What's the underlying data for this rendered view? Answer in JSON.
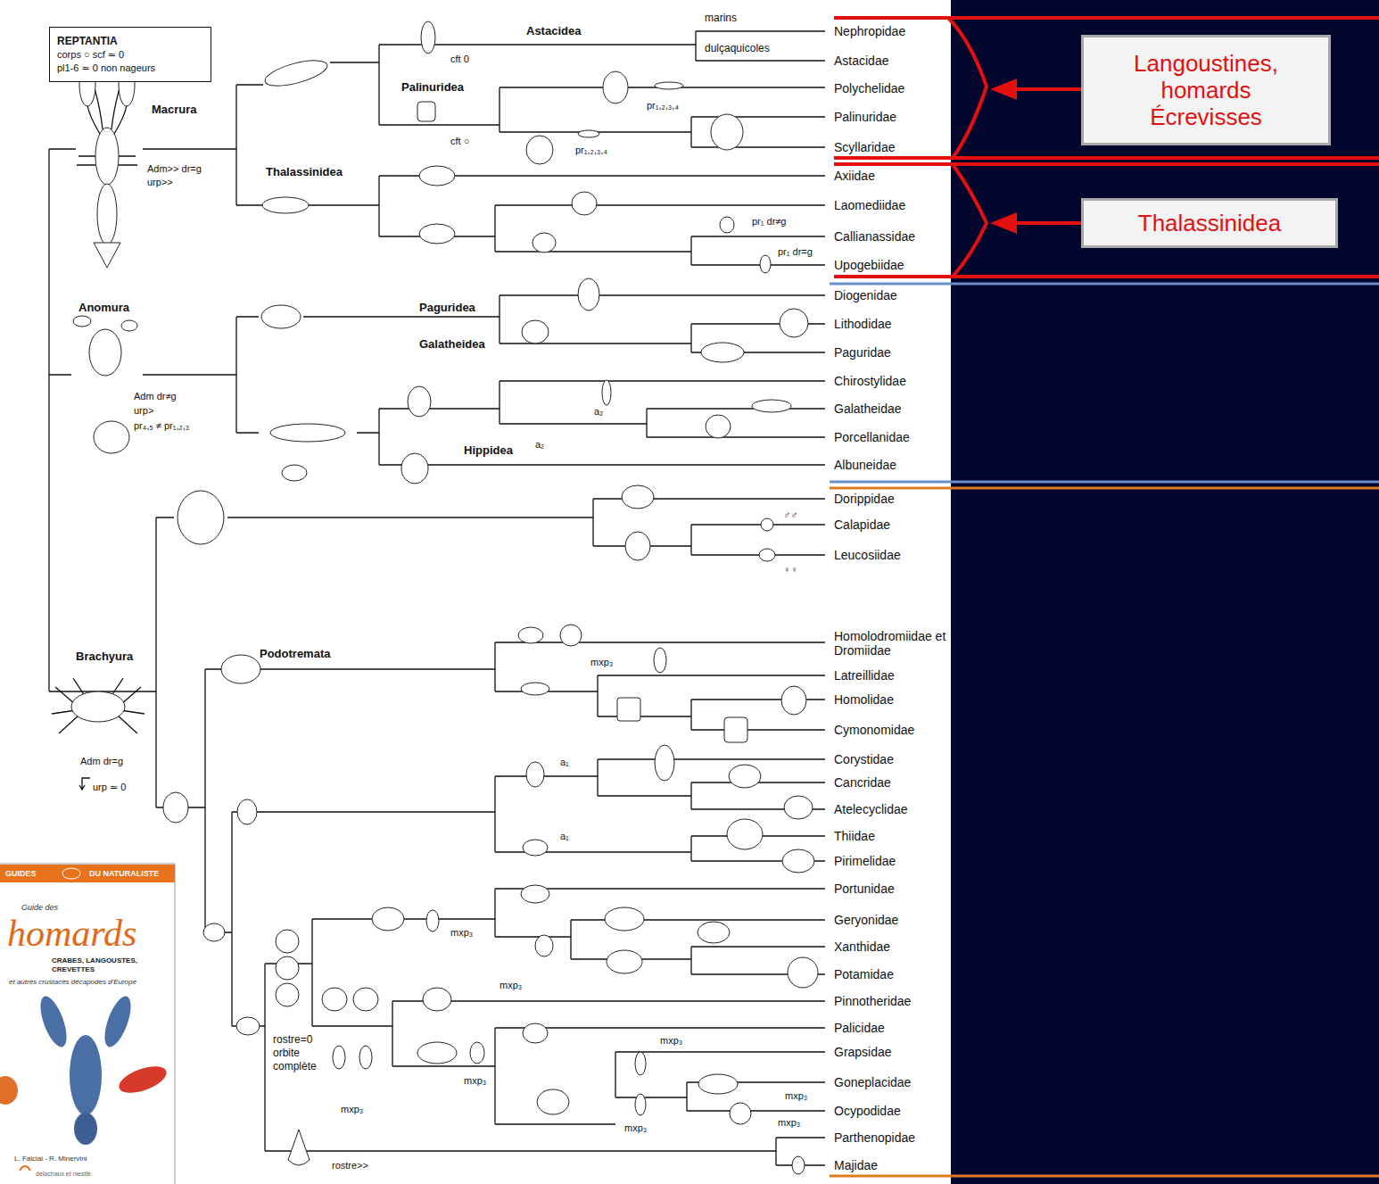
{
  "diagram": {
    "nodes": [
      {
        "text": [
          "REPTANTIA",
          "corps ○ scf ≃ 0",
          "pl1-6 ≃ 0 non nageurs"
        ]
      },
      {
        "text": [
          "Langoustines, homards Écrevisses"
        ]
      },
      {
        "text": [
          "Thalassinidea"
        ]
      }
    ],
    "labels": [
      "marins",
      "dulçaquicoles",
      "Astacidea",
      "cft 0",
      "Palinuridea",
      "cft ○",
      "pr₁,₂,₃,₄",
      "pr₁,₂,₃,₄",
      "Thalassinidea",
      "Macrura",
      "Adm>> dr=g",
      "urp>>",
      "pr₁ dr≠g",
      "pr₁ dr=g",
      "Anomura",
      "Adm dr≠g",
      "urp>",
      "pr₄,₅ ≠ pr₁,₂,₃",
      "Paguridea",
      "Galatheidea",
      "Hippidea",
      "a₂",
      "a₂",
      "♂♂",
      "♀♀",
      "Brachyura",
      "Adm dr=g",
      "urp ≃ 0",
      "Podotremata",
      "mxp₃",
      "a₁",
      "a₁",
      "mxp₃",
      "mxp₃",
      "mxp₃",
      "mxp₃",
      "mxp₃",
      "mxp₃",
      "mxp₃",
      "mxp₃",
      "rostre=0 orbite complète",
      "rostre>>",
      "Nephropidae",
      "Astacidae",
      "Polychelidae",
      "Palinuridae",
      "Scyllaridae",
      "Axiidae",
      "Laomediidae",
      "Callianassidae",
      "Upogebiidae",
      "Diogenidae",
      "Lithodidae",
      "Paguridae",
      "Chirostylidae",
      "Galatheidae",
      "Porcellanidae",
      "Albuneidae",
      "Dorippidae",
      "Calapidae",
      "Leucosiidae",
      "Homolodromiidae et Dromiidae",
      "Latreillidae",
      "Homolidae",
      "Cymonomidae",
      "Corystidae",
      "Cancridae",
      "Atelecyclidae",
      "Thiidae",
      "Pirimelidae",
      "Portunidae",
      "Geryonidae",
      "Xanthidae",
      "Potamidae",
      "Pinnotheridae",
      "Palicidae",
      "Grapsidae",
      "Goneplacidae",
      "Ocypodidae",
      "Parthenopidae",
      "Majidae",
      "GUIDES",
      "DU NATURALISTE",
      "Guide des",
      "homards",
      "CRABES, LANGOUSTES, CREVETTES",
      "et autres crustacés décapodes d'Europe",
      "L. Falciai - R. Minervini",
      "delachaux et niestlé"
    ]
  }
}
